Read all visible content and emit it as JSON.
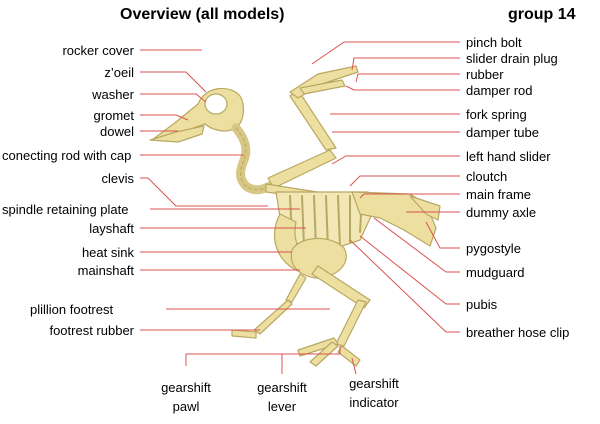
{
  "header": {
    "title": "Overview (all models)",
    "group": "group 14"
  },
  "colors": {
    "bone": "#ecdfa0",
    "bone_dark": "#c8b770",
    "leader": "#d9534f"
  },
  "labels_left": [
    "rocker cover",
    "z’oeil",
    "washer",
    "gromet",
    "dowel",
    "conecting rod with cap",
    "clevis",
    "spindle retaining plate",
    "layshaft",
    "heat sink",
    "mainshaft",
    "plillion footrest",
    "footrest rubber"
  ],
  "labels_right": [
    "pinch bolt",
    "slider drain plug",
    "rubber",
    "damper rod",
    "fork spring",
    "damper tube",
    "left hand slider",
    "cloutсh",
    "main frame",
    "dummy axle",
    "pygostyle",
    "mudguard",
    "pubis",
    "breather hose clip"
  ],
  "labels_bottom": [
    {
      "line1": "gearshift",
      "line2": "pawl"
    },
    {
      "line1": "gearshift",
      "line2": "lever"
    },
    {
      "line1": "gearshift",
      "line2": "indicator"
    }
  ]
}
